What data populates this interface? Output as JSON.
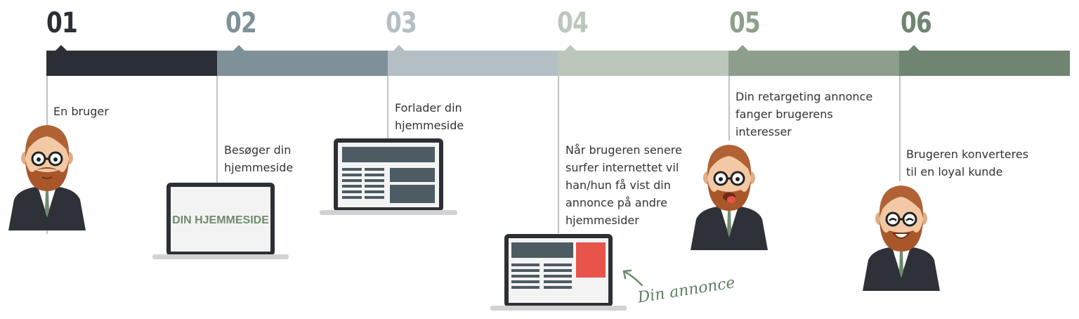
{
  "steps": [
    {
      "num": "01",
      "label": "En bruger",
      "color": "#2c3036"
    },
    {
      "num": "02",
      "label": "Besøger din\nhjemmeside",
      "color": "#7f9198"
    },
    {
      "num": "03",
      "label": "Forlader din\nhjemmeside",
      "color": "#b3bfc4"
    },
    {
      "num": "04",
      "label": "Når brugeren senere\nsurfer internettet vil\nhan/hun få vist din\nannonce på andre\nhjemmesider",
      "color": "#bcc7bc"
    },
    {
      "num": "05",
      "label": "Din retargeting annonce\nfanger brugerens\ninteresser",
      "color": "#8d9f8c"
    },
    {
      "num": "06",
      "label": "Brugeren konverteres\ntil en loyal kunde",
      "color": "#6f8571"
    }
  ],
  "laptop_screen_text": "DIN HJEMMESIDE",
  "ad_callout": "Din annonce",
  "colors": {
    "ad_red": "#e8534a",
    "screen_dark": "#4d5b63",
    "accent_green": "#6f8a6e"
  },
  "icons": [
    "person-icon",
    "laptop-icon",
    "arrow-icon"
  ]
}
